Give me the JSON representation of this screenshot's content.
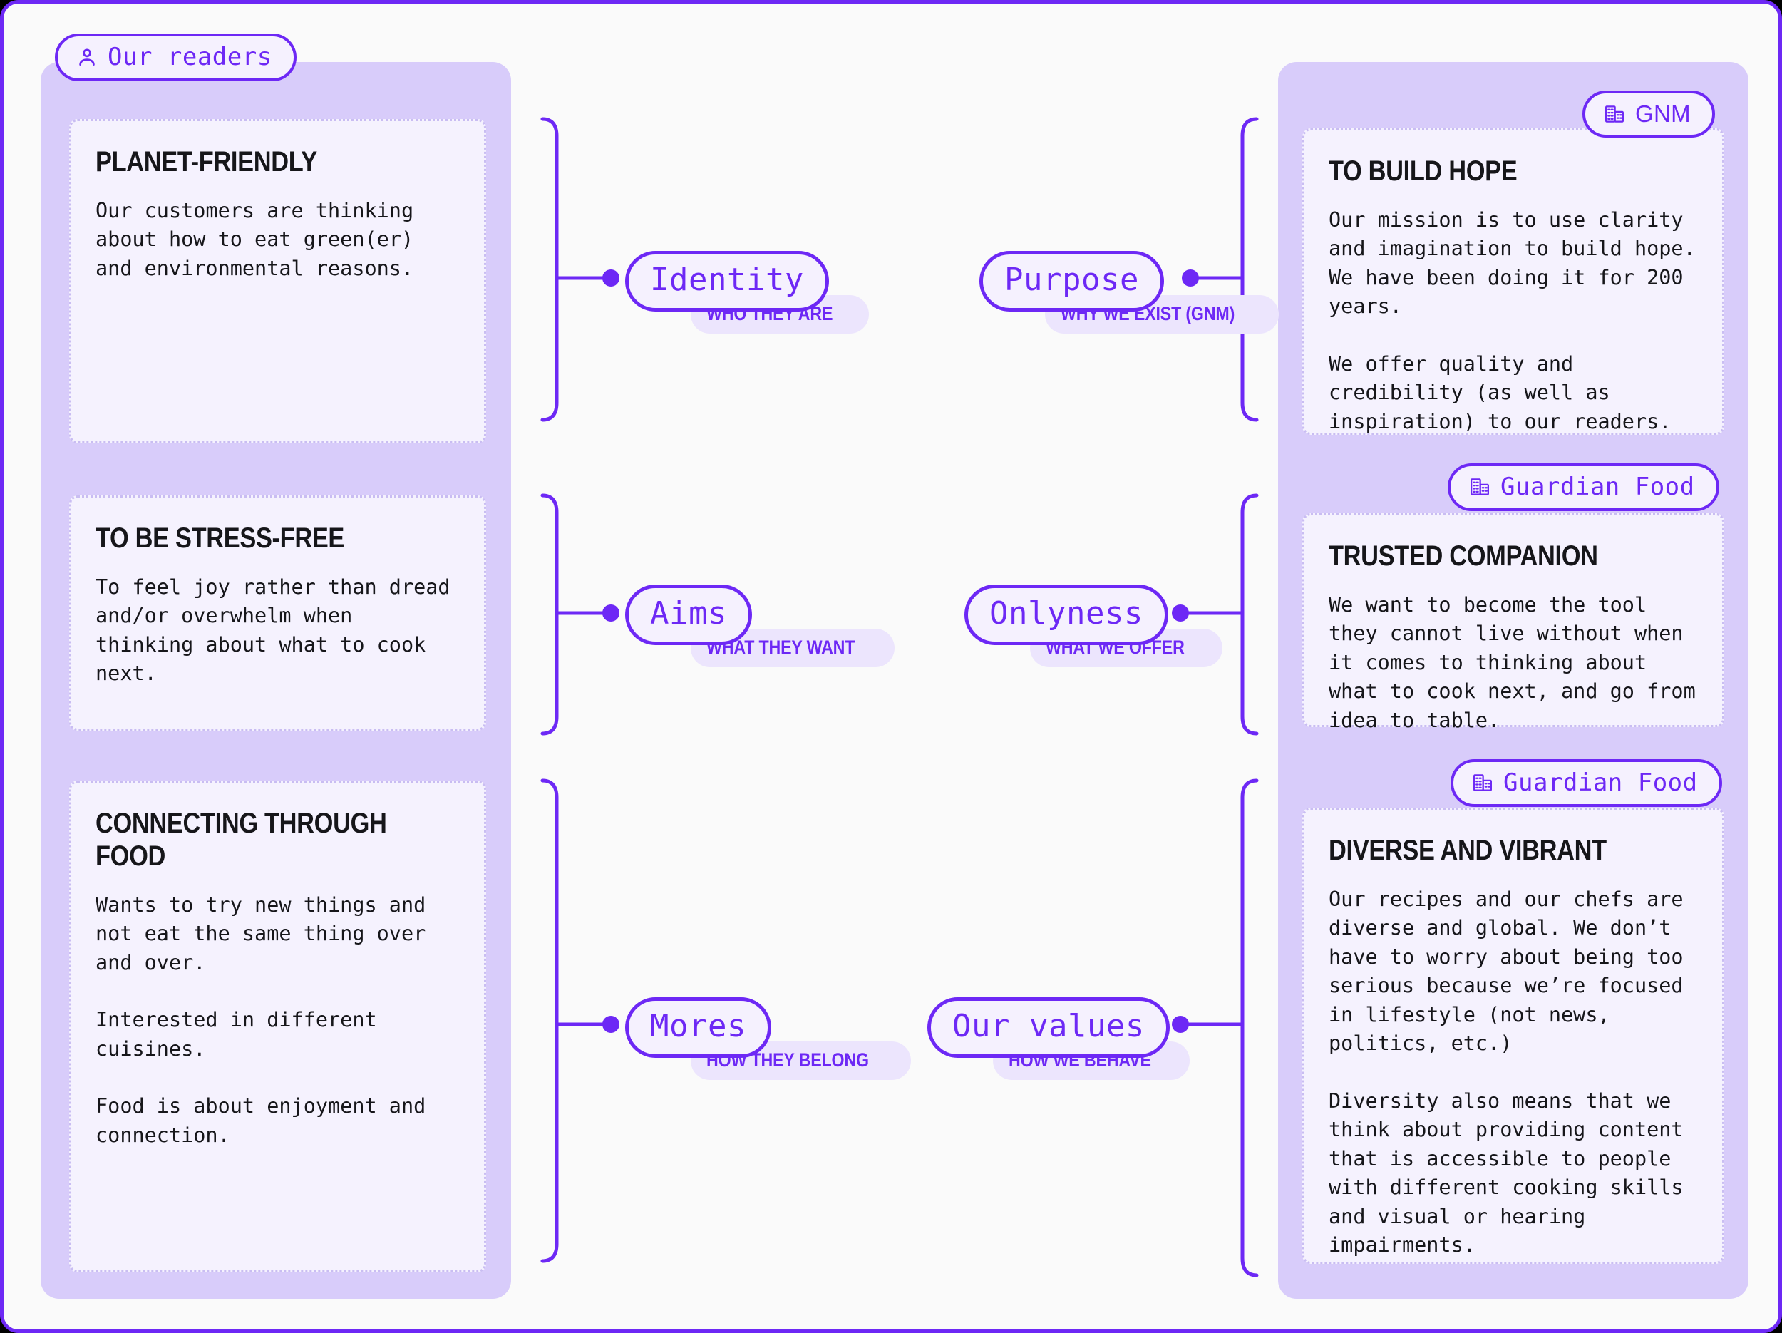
{
  "theme": {
    "accent": "#6d28f5",
    "panel_bg": "#d8ccfa",
    "card_bg": "#f5f2fe",
    "page_bg": "#fafafa",
    "subbadge_bg": "#ece5fd"
  },
  "groups": {
    "readers": {
      "label": "Our readers",
      "icon": "person-icon"
    },
    "gnm": {
      "label": "GNM",
      "icon": "building-icon"
    },
    "guardian_food_1": {
      "label": "Guardian Food",
      "icon": "building-icon"
    },
    "guardian_food_2": {
      "label": "Guardian Food",
      "icon": "building-icon"
    }
  },
  "nodes": [
    {
      "id": "identity",
      "label": "Identity",
      "sub": "WHO THEY ARE"
    },
    {
      "id": "aims",
      "label": "Aims",
      "sub": "WHAT THEY WANT"
    },
    {
      "id": "mores",
      "label": "Mores",
      "sub": "HOW THEY BELONG"
    },
    {
      "id": "purpose",
      "label": "Purpose",
      "sub": "WHY WE EXIST (GNM)"
    },
    {
      "id": "onlyness",
      "label": "Onlyness",
      "sub": "WHAT WE OFFER"
    },
    {
      "id": "values",
      "label": "Our values",
      "sub": "HOW WE BEHAVE"
    }
  ],
  "reader_cards": [
    {
      "title": "PLANET-FRIENDLY",
      "paragraphs": [
        "Our customers are thinking about how to eat green(er) and environmental reasons."
      ]
    },
    {
      "title": "TO BE STRESS-FREE",
      "paragraphs": [
        "To feel joy rather than dread and/or overwhelm when thinking about what to cook next."
      ]
    },
    {
      "title": "CONNECTING\nTHROUGH FOOD",
      "paragraphs": [
        "Wants to try new things and not eat the same thing over and over.",
        "Interested in different cuisines.",
        "Food is about enjoyment and connection."
      ]
    }
  ],
  "brand_cards": [
    {
      "title": "TO BUILD HOPE",
      "paragraphs": [
        "Our mission is to use clarity and imagination to build hope. We have been doing it for 200 years.",
        "We offer quality and credibility (as well as inspiration) to our readers."
      ]
    },
    {
      "title": "TRUSTED COMPANION",
      "paragraphs": [
        "We want to become the tool they cannot live without when it comes to thinking about what to cook next, and go from idea to table."
      ]
    },
    {
      "title": "DIVERSE AND VIBRANT",
      "paragraphs": [
        "Our recipes and our chefs are diverse and global. We don’t have to worry about being too serious because we’re focused in lifestyle (not news, politics, etc.)",
        "Diversity also means that we think about providing content that is accessible to people with different cooking skills and visual or hearing impairments."
      ]
    }
  ]
}
